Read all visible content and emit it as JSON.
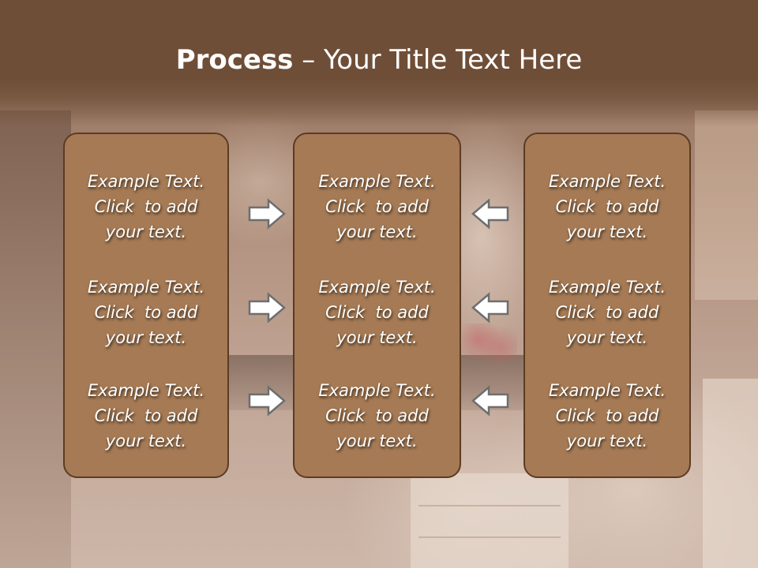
{
  "title": {
    "bold": "Process",
    "rest": " – Your Title Text Here"
  },
  "columns": [
    {
      "items": [
        "Example Text.\nClick  to add\nyour text.",
        "Example Text.\nClick  to add\nyour text.",
        "Example Text.\nClick  to add\nyour text."
      ]
    },
    {
      "items": [
        "Example Text.\nClick  to add\nyour text.",
        "Example Text.\nClick  to add\nyour text.",
        "Example Text.\nClick  to add\nyour text."
      ]
    },
    {
      "items": [
        "Example Text.\nClick  to add\nyour text.",
        "Example Text.\nClick  to add\nyour text.",
        "Example Text.\nClick  to add\nyour text."
      ]
    }
  ],
  "arrows": {
    "left_group": "arrow-right-icon",
    "right_group": "arrow-left-icon"
  },
  "colors": {
    "title_bar": "#6f4e37",
    "box_fill": "#a57a54",
    "box_border": "#5c3b24",
    "text": "#ffffff",
    "arrow_fill": "#ffffff",
    "arrow_stroke": "#6e6e6e"
  }
}
